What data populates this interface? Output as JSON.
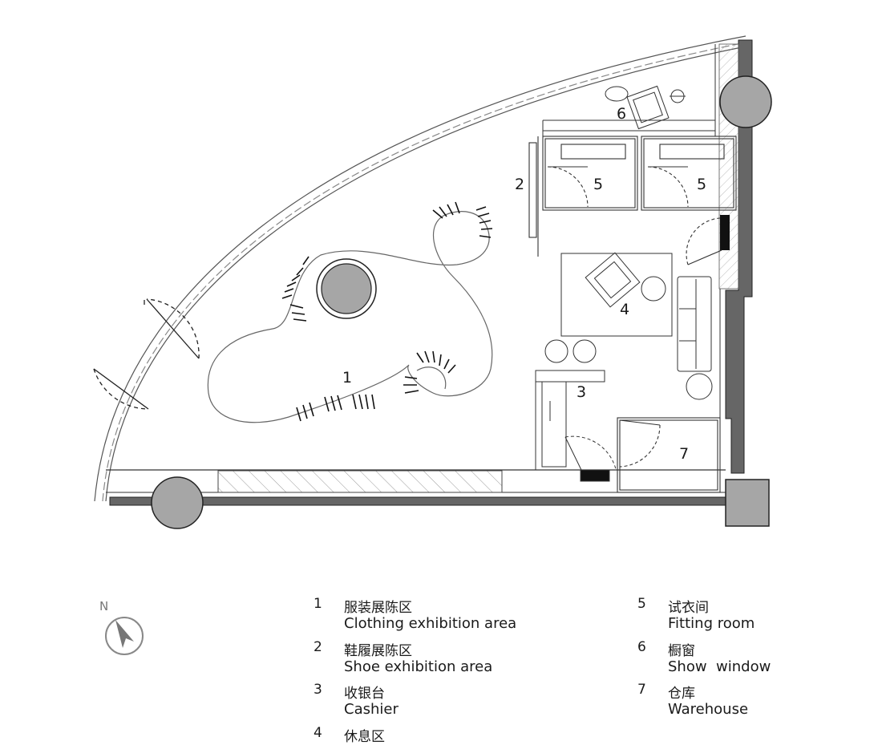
{
  "plan": {
    "rooms": [
      {
        "num": "1"
      },
      {
        "num": "2"
      },
      {
        "num": "3"
      },
      {
        "num": "4"
      },
      {
        "num": "5"
      },
      {
        "num": "5"
      },
      {
        "num": "6"
      },
      {
        "num": "7"
      }
    ]
  },
  "north": {
    "letter": "N"
  },
  "legend": [
    {
      "num": "1",
      "zh": "服装展陈区",
      "en": "Clothing exhibition area"
    },
    {
      "num": "2",
      "zh": "鞋履展陈区",
      "en": "Shoe exhibition area"
    },
    {
      "num": "3",
      "zh": "收银台",
      "en": "Cashier"
    },
    {
      "num": "4",
      "zh": "休息区",
      "en": ""
    },
    {
      "num": "5",
      "zh": "试衣间",
      "en": "Fitting room"
    },
    {
      "num": "6",
      "zh": "橱窗",
      "en": "Show  window"
    },
    {
      "num": "7",
      "zh": "仓库",
      "en": "Warehouse"
    }
  ],
  "colors": {
    "line": "#2a2a2a",
    "column_fill": "#a6a6a6",
    "wall": "#555555"
  }
}
